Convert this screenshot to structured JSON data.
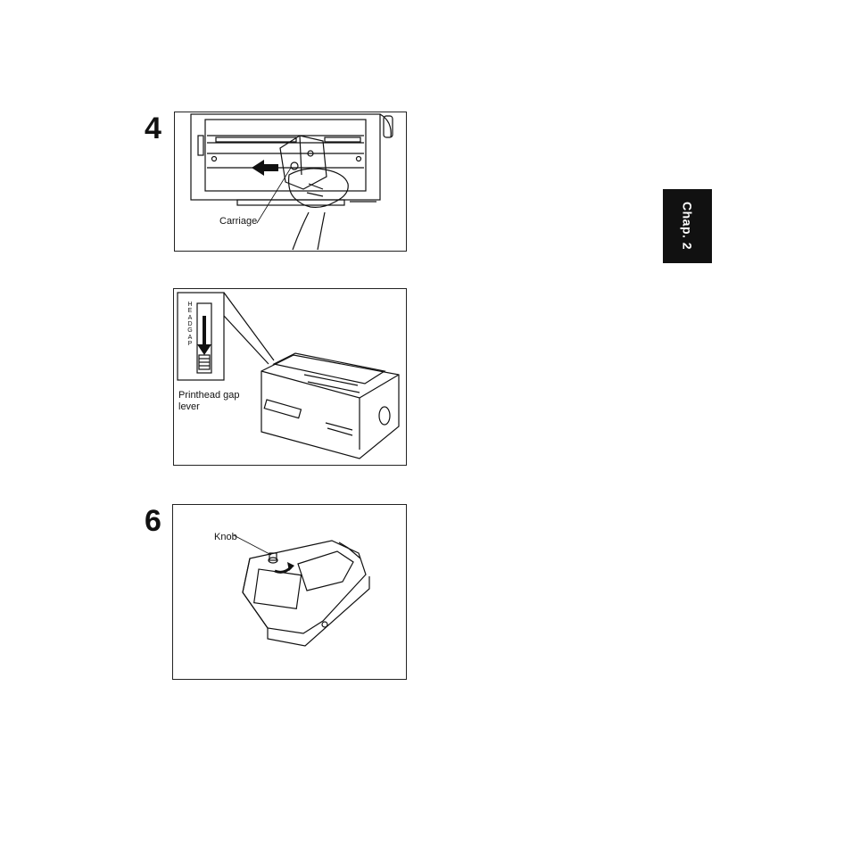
{
  "side_tab": {
    "label": "Chap. 2"
  },
  "steps": [
    {
      "number": "4",
      "labels": {
        "carriage": "Carriage"
      }
    },
    {
      "number": "",
      "labels": {
        "gap_lever": "Printhead gap\nlever",
        "scale_text": "HEAD GAP"
      }
    },
    {
      "number": "6",
      "labels": {
        "knob": "Knob"
      }
    }
  ],
  "colors": {
    "ink": "#111111",
    "tab_bg": "#111111",
    "tab_text": "#ffffff"
  },
  "icons": [
    "arrow-left-icon",
    "arrow-down-icon",
    "rotate-arrow-icon"
  ]
}
